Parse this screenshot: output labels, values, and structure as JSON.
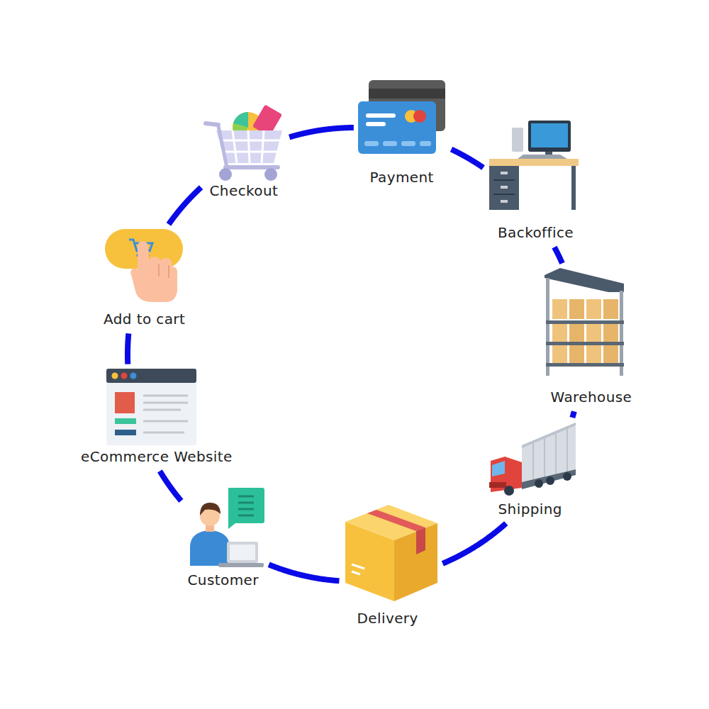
{
  "diagram": {
    "nodes": [
      {
        "text": [
          "Checkout"
        ]
      },
      {
        "text": [
          "Payment"
        ]
      },
      {
        "text": [
          "Backoffice"
        ]
      },
      {
        "text": [
          "Warehouse"
        ]
      },
      {
        "text": [
          "Shipping"
        ]
      },
      {
        "text": [
          "Delivery"
        ]
      },
      {
        "text": [
          "Customer"
        ]
      },
      {
        "text": [
          "eCommerce Website"
        ]
      },
      {
        "text": [
          "Add to cart"
        ]
      }
    ],
    "edges": [
      {
        "from": 0,
        "to": 1,
        "arrow": "none"
      },
      {
        "from": 1,
        "to": 2,
        "arrow": "none"
      },
      {
        "from": 2,
        "to": 3,
        "arrow": "none"
      },
      {
        "from": 3,
        "to": 4,
        "arrow": "none"
      },
      {
        "from": 4,
        "to": 5,
        "arrow": "none"
      },
      {
        "from": 5,
        "to": 6,
        "arrow": "none"
      },
      {
        "from": 6,
        "to": 7,
        "arrow": "none"
      },
      {
        "from": 7,
        "to": 8,
        "arrow": "none"
      },
      {
        "from": 8,
        "to": 0,
        "arrow": "none"
      }
    ]
  }
}
